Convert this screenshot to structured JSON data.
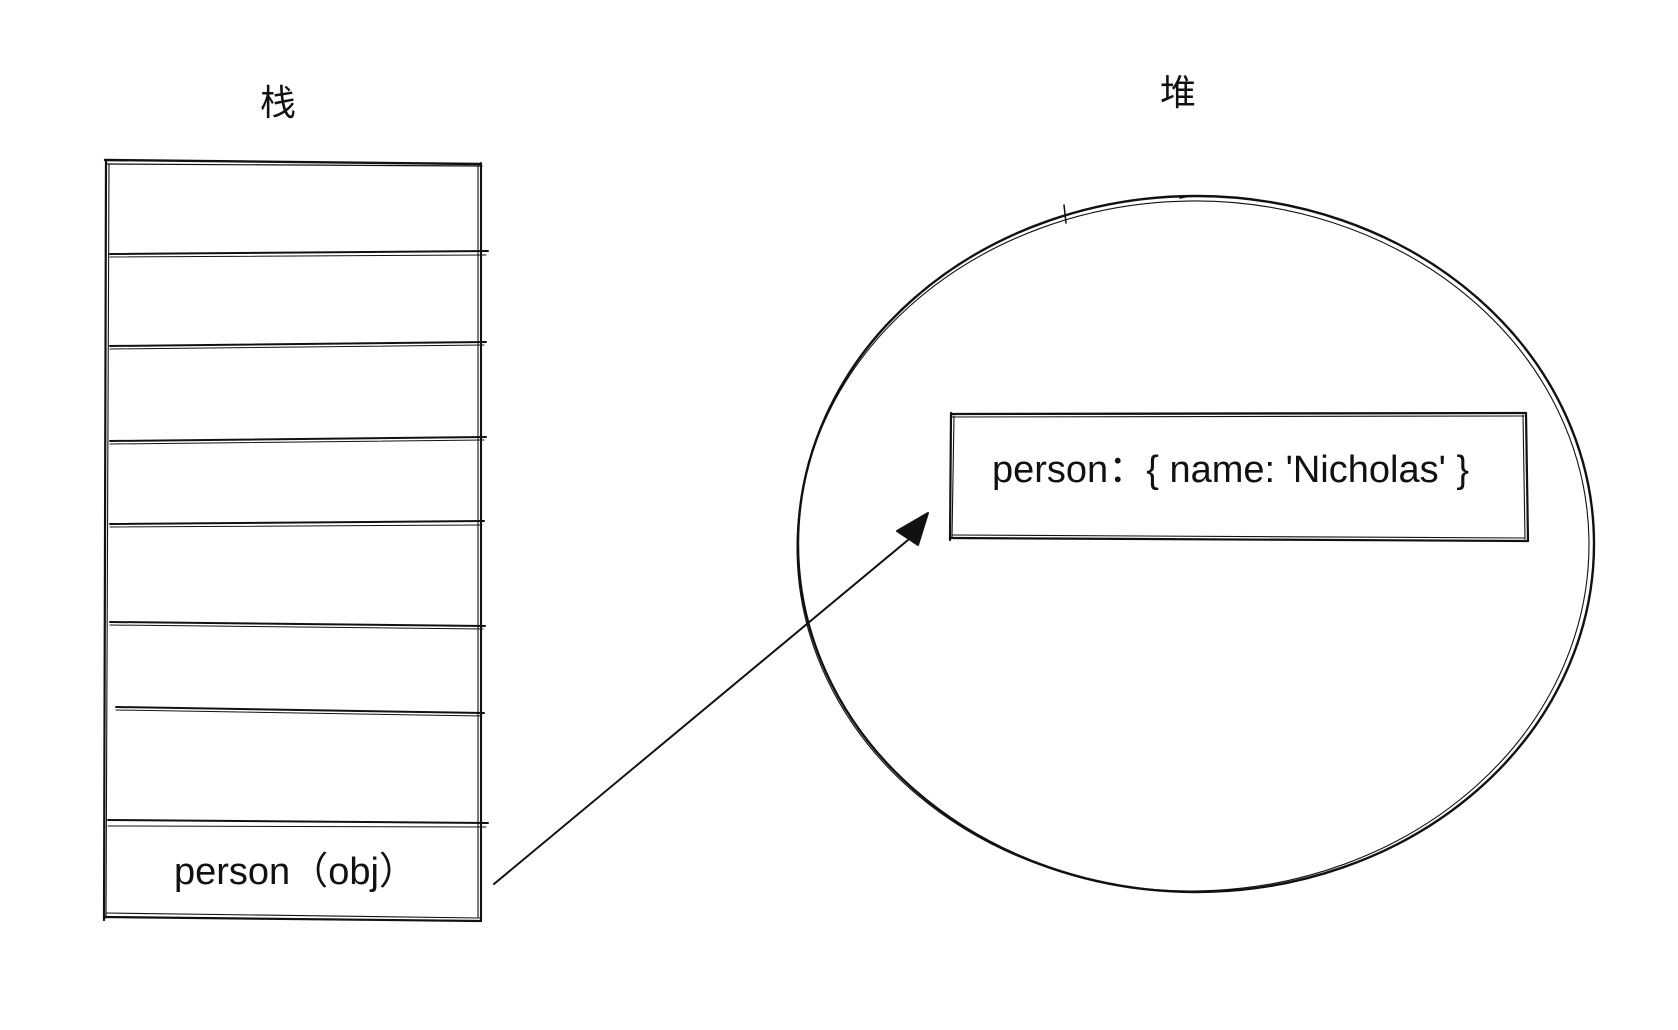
{
  "titles": {
    "stack": "栈",
    "heap": "堆"
  },
  "stack": {
    "cell_count": 8,
    "bottom_cell_label": "person（obj）"
  },
  "heap": {
    "object_label": "person：{ name: 'Nicholas' }"
  },
  "arrow": {
    "from": "stack.bottom_cell_label",
    "to": "heap.object_label"
  },
  "colors": {
    "ink": "#111111",
    "background": "#ffffff"
  }
}
